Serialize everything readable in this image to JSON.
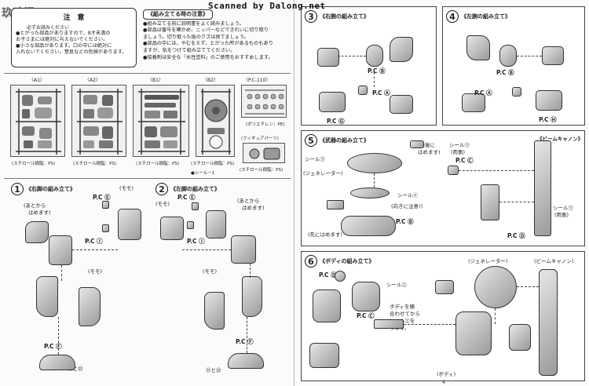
{
  "watermark": "Scanned by Dalong.net",
  "logo": "玖魂阁",
  "caution": {
    "title": "注　意",
    "subtitle": "必ずお読みください",
    "lines": [
      "●とがった部品がありますので、8才未満の",
      "お子さまには絶対に与えないでください。",
      "●小さな部品があります。口の中には絶対に",
      "入れないでください。窒息などの危険があります。"
    ]
  },
  "notes": {
    "title": "《組み立てる時の注意》",
    "lines": [
      "●組み立てる前に説明書をよく読みましょう。",
      "●部品は番号を確かめ、ニッパーなどできれいに切り取り",
      "ましょう。切り取った後のクズは捨てましょう。",
      "●部品の中には、やむをえず、とがった所があるものもあり",
      "ますが、気をつけて組み立ててください。",
      "●接着剤は安全な「水性塗料」のご使用をおすすめします。"
    ]
  },
  "runners": [
    {
      "label": "〈A1〉",
      "caption": "(スチロール樹脂：PS)"
    },
    {
      "label": "〈A2〉",
      "caption": "(スチロール樹脂：PS)"
    },
    {
      "label": "〈B1〉",
      "caption": "(スチロール樹脂：PS)"
    },
    {
      "label": "〈B2〉",
      "caption": "(スチロール樹脂：PS)"
    },
    {
      "label": "〈P.C-110〉",
      "caption": "(ポリエチレン：PE)"
    }
  ],
  "figure_parts": {
    "label": "(フィギュアパーツ)",
    "caption": "(スチロール樹脂：PS)"
  },
  "seal_note": "●シール－1",
  "steps": {
    "s1": {
      "num": "1",
      "title": "《右脚の組み立て》",
      "momo": "(モモ)",
      "momo2": "(モモ)",
      "ato": "(あとから",
      "hameru": "はめます)",
      "pcE": "P.C Ⓔ",
      "pcI": "P.C Ⓘ",
      "pcF": "P.C Ⓕ",
      "foot": "⑪と㉓"
    },
    "s2": {
      "num": "2",
      "title": "《左脚の組み立て》",
      "momo": "(モモ)",
      "momo2": "(モモ)",
      "ato": "(あとから",
      "hameru": "はめます)",
      "pcE": "P.C Ⓔ",
      "pcI": "P.C Ⓘ",
      "pcF": "P.C Ⓕ",
      "foot": "⑪と㉓"
    },
    "s3": {
      "num": "3",
      "title": "《右腕の組み立て》",
      "pcB": "P.C Ⓑ",
      "pcA": "P.C Ⓐ",
      "pcG": "P.C Ⓖ"
    },
    "s4": {
      "num": "4",
      "title": "《左腕の組み立て》",
      "pcB": "P.C Ⓑ",
      "pcA": "P.C Ⓐ",
      "pcH": "P.C Ⓗ"
    },
    "s5": {
      "num": "5",
      "title": "《武器の組み立て》",
      "beam": "《ビームキャノン》",
      "seal_a": "シール㋐",
      "generator": "(ジェネレーター)",
      "seal_b": "シール㋑",
      "direction": "(向きに注意!)",
      "first": "(最後に",
      "first2": "はめます)",
      "saki": "(先にはめます)",
      "pcC": "P.C Ⓒ",
      "pcB": "P.C Ⓑ",
      "pcD": "P.C Ⓓ",
      "seal_u": "シール㋒",
      "ryomen": "(両側)",
      "seal_u2": "シール㋒",
      "ryomen2": "(両側)"
    },
    "s6": {
      "num": "6",
      "title": "《ボディの組み立て》",
      "generator": "(ジェネレーター)",
      "beam": "(ビームキャノン)",
      "seal": "シール㋓",
      "pcD": "P.C Ⓓ",
      "pcC": "P.C Ⓒ",
      "body": "(ボディ)",
      "note1": "ボディを横",
      "note2": "合わせてから",
      "note3": "シール㋓を",
      "note4": "ります。"
    }
  },
  "bottom_right_num": "4"
}
